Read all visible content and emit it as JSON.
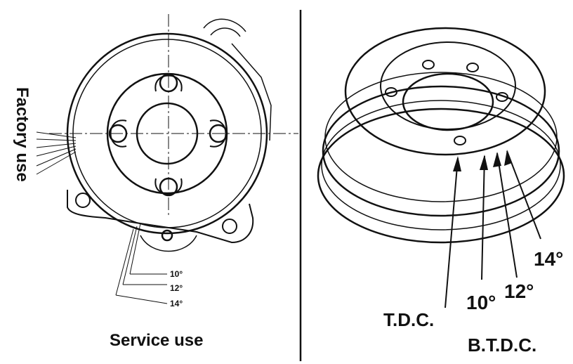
{
  "left_panel": {
    "side_label": "Factory use",
    "bottom_label": "Service use",
    "marks": [
      "10°",
      "12°",
      "14°"
    ]
  },
  "right_panel": {
    "tdc_label": "T.D.C.",
    "btdc_label": "B.T.D.C.",
    "marks": [
      "10°",
      "12°",
      "14°"
    ]
  },
  "colors": {
    "ink": "#111111",
    "paper": "#ffffff"
  }
}
